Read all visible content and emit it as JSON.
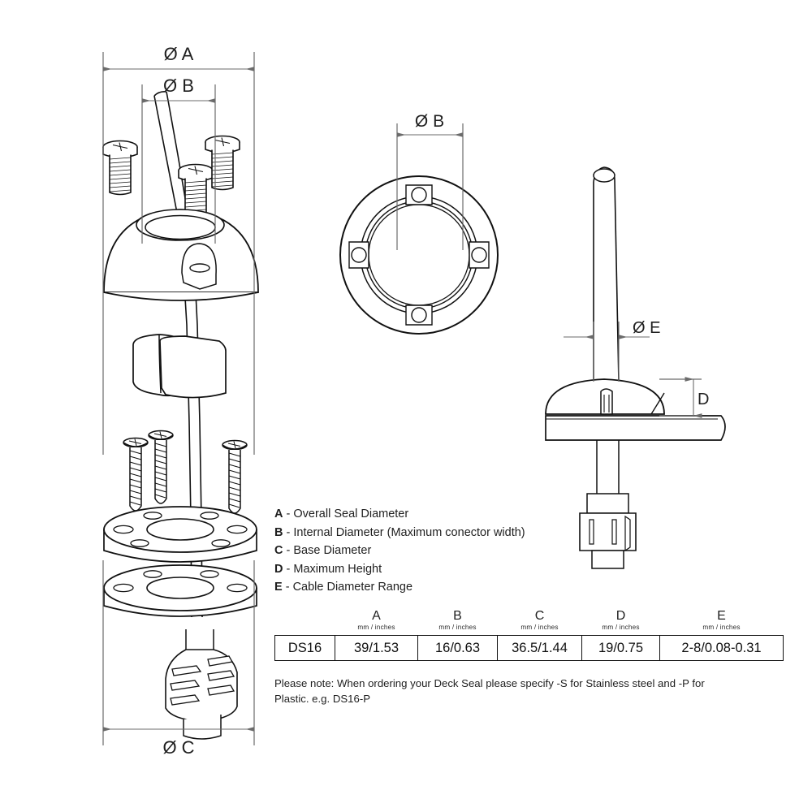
{
  "drawing": {
    "title": "Deck Seal DS16 technical drawing",
    "background": "#ffffff",
    "line_color": "#111111",
    "dimension_color": "#6b6b6b"
  },
  "dimensions": {
    "left_view": {
      "overall_diameter_label": "Ø A",
      "internal_diameter_label": "Ø B",
      "base_diameter_label": "Ø C"
    },
    "top_view": {
      "internal_diameter_label": "Ø B"
    },
    "side_view": {
      "cable_diameter_label": "Ø E",
      "height_label": "D"
    }
  },
  "legend": {
    "items": [
      {
        "key": "A",
        "sep": " - ",
        "text": "Overall Seal Diameter"
      },
      {
        "key": "B",
        "sep": " - ",
        "text": "Internal Diameter (Maximum conector width)"
      },
      {
        "key": "C",
        "sep": " - ",
        "text": "Base Diameter"
      },
      {
        "key": "D",
        "sep": " - ",
        "text": "Maximum Height"
      },
      {
        "key": "E",
        "sep": " - ",
        "text": "Cable Diameter Range"
      }
    ]
  },
  "spec_table": {
    "headers": [
      {
        "letter": "",
        "units": ""
      },
      {
        "letter": "A",
        "units": "mm / inches"
      },
      {
        "letter": "B",
        "units": "mm / inches"
      },
      {
        "letter": "C",
        "units": "mm / inches"
      },
      {
        "letter": "D",
        "units": "mm / inches"
      },
      {
        "letter": "E",
        "units": "mm / inches"
      }
    ],
    "rows": [
      {
        "model": "DS16",
        "A": "39/1.53",
        "B": "16/0.63",
        "C": "36.5/1.44",
        "D": "19/0.75",
        "E": "2-8/0.08-0.31"
      }
    ]
  },
  "note": {
    "line1": "Please note: When ordering your Deck Seal please specify -S for Stainless steel and -P for",
    "line2": "Plastic.   e.g. DS16-P"
  }
}
